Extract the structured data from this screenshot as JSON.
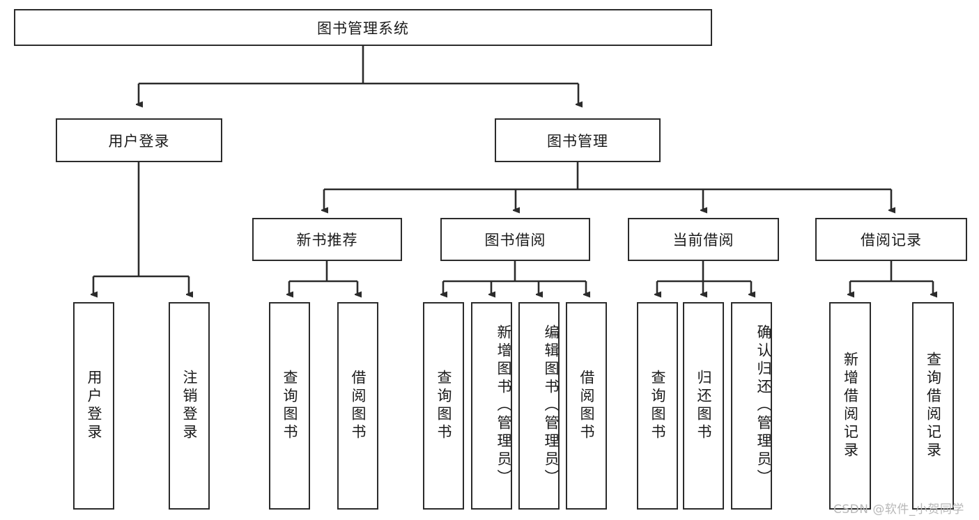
{
  "diagram": {
    "type": "tree-hierarchy",
    "title": "图书管理系统",
    "root": {
      "id": "root",
      "label": "图书管理系统",
      "orientation": "horizontal"
    },
    "level1": [
      {
        "id": "user-login",
        "label": "用户登录",
        "orientation": "horizontal"
      },
      {
        "id": "book-management",
        "label": "图书管理",
        "orientation": "horizontal"
      }
    ],
    "level2": [
      {
        "id": "new-book-recommend",
        "label": "新书推荐",
        "parent": "book-management",
        "orientation": "horizontal"
      },
      {
        "id": "book-borrow",
        "label": "图书借阅",
        "parent": "book-management",
        "orientation": "horizontal"
      },
      {
        "id": "current-borrow",
        "label": "当前借阅",
        "parent": "book-management",
        "orientation": "horizontal"
      },
      {
        "id": "borrow-record",
        "label": "借阅记录",
        "parent": "book-management",
        "orientation": "horizontal"
      }
    ],
    "leaves": [
      {
        "id": "leaf-user-login",
        "label": "用户登录",
        "parent": "user-login",
        "orientation": "vertical"
      },
      {
        "id": "leaf-user-logout",
        "label": "注销登录",
        "parent": "user-login",
        "orientation": "vertical"
      },
      {
        "id": "leaf-query-book-1",
        "label": "查询图书",
        "parent": "new-book-recommend",
        "orientation": "vertical"
      },
      {
        "id": "leaf-borrow-book-1",
        "label": "借阅图书",
        "parent": "new-book-recommend",
        "orientation": "vertical"
      },
      {
        "id": "leaf-query-book-2",
        "label": "查询图书",
        "parent": "book-borrow",
        "orientation": "vertical"
      },
      {
        "id": "leaf-add-book",
        "label": "新增图书（管理员）",
        "parent": "book-borrow",
        "orientation": "vertical"
      },
      {
        "id": "leaf-edit-book",
        "label": "编辑图书（管理员）",
        "parent": "book-borrow",
        "orientation": "vertical"
      },
      {
        "id": "leaf-borrow-book-2",
        "label": "借阅图书",
        "parent": "book-borrow",
        "orientation": "vertical"
      },
      {
        "id": "leaf-query-book-3",
        "label": "查询图书",
        "parent": "current-borrow",
        "orientation": "vertical"
      },
      {
        "id": "leaf-return-book",
        "label": "归还图书",
        "parent": "current-borrow",
        "orientation": "vertical"
      },
      {
        "id": "leaf-confirm-return",
        "label": "确认归还（管理员）",
        "parent": "current-borrow",
        "orientation": "vertical"
      },
      {
        "id": "leaf-add-record",
        "label": "新增借阅记录",
        "parent": "borrow-record",
        "orientation": "vertical"
      },
      {
        "id": "leaf-query-record",
        "label": "查询借阅记录",
        "parent": "borrow-record",
        "orientation": "vertical"
      }
    ],
    "colors": {
      "stroke": "#2b2b2b",
      "fill": "#ffffff",
      "text": "#1a1a1a",
      "watermark": "#b8b8b8"
    }
  },
  "watermark": {
    "text": "CSDN @软件_小贺同学"
  }
}
